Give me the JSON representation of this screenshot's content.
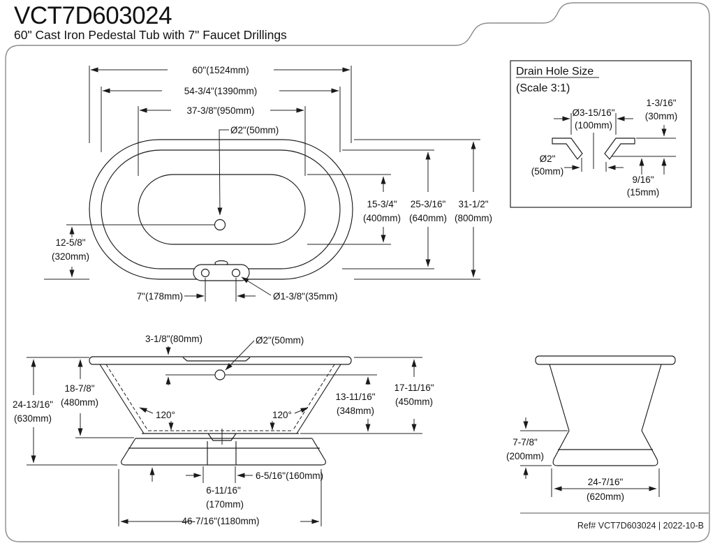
{
  "header": {
    "model": "VCT7D603024",
    "subtitle": "60\" Cast Iron Pedestal Tub with 7\" Faucet Drillings"
  },
  "footer": {
    "ref": "Ref# VCT7D603024 | 2022-10-B"
  },
  "top_view": {
    "width_overall": "60\"(1524mm)",
    "width_rim": "54-3/4\"(1390mm)",
    "width_basin": "37-3/8\"(950mm)",
    "drain_label": "Ø2\"(50mm)",
    "depth_basin_in": "15-3/4\"",
    "depth_basin_mm": "(400mm)",
    "depth_rim_in": "25-3/16\"",
    "depth_rim_mm": "(640mm)",
    "depth_overall_in": "31-1/2\"",
    "depth_overall_mm": "(800mm)",
    "drain_offset_in": "12-5/8\"",
    "drain_offset_mm": "(320mm)",
    "faucet_spacing": "7\"(178mm)",
    "faucet_hole": "Ø1-3/8\"(35mm)"
  },
  "drain_detail": {
    "title": "Drain Hole Size",
    "scale": "(Scale 3:1)",
    "outer_dia_in": "Ø3-15/16\"",
    "outer_dia_mm": "(100mm)",
    "depth_in": "1-3/16\"",
    "depth_mm": "(30mm)",
    "inner_dia_in": "Ø2\"",
    "inner_dia_mm": "(50mm)",
    "lip_in": "9/16\"",
    "lip_mm": "(15mm)"
  },
  "side_view": {
    "deck_width": "3-1/8\"(80mm)",
    "overflow_label": "Ø2\"(50mm)",
    "height_overall_in": "24-13/16\"",
    "height_overall_mm": "(630mm)",
    "height_rim_in": "18-7/8\"",
    "height_rim_mm": "(480mm)",
    "angle_left": "120°",
    "angle_right": "120°",
    "depth_inner_in": "13-11/16\"",
    "depth_inner_mm": "(348mm)",
    "height_tub_in": "17-11/16\"",
    "height_tub_mm": "(450mm)",
    "drain_pipe_width": "6-5/16\"(160mm)",
    "drain_offset_in": "6-11/16\"",
    "drain_offset_mm": "(170mm)",
    "base_length": "46-7/16\"(1180mm)"
  },
  "end_view": {
    "pedestal_height_in": "7-7/8\"",
    "pedestal_height_mm": "(200mm)",
    "base_width_in": "24-7/16\"",
    "base_width_mm": "(620mm)"
  }
}
